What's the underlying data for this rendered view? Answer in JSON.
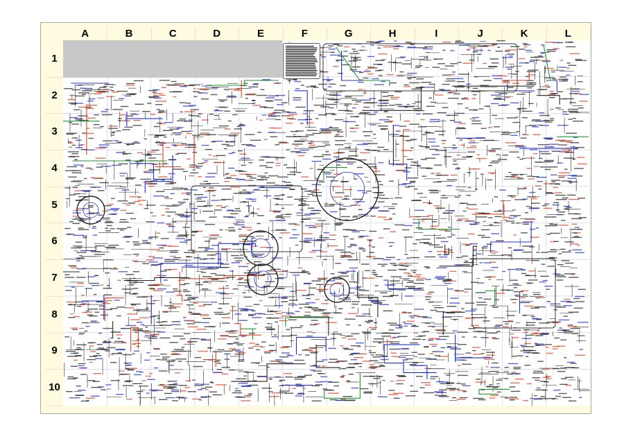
{
  "map": {
    "columns": [
      "A",
      "B",
      "C",
      "D",
      "E",
      "F",
      "G",
      "H",
      "I",
      "J",
      "K",
      "L"
    ],
    "rows": [
      "1",
      "2",
      "3",
      "4",
      "5",
      "6",
      "7",
      "8",
      "9",
      "10"
    ]
  },
  "colors": {
    "black": "#222222",
    "red": "#e0401c",
    "blue": "#2030d0",
    "green": "#1a9a2a",
    "grid": "#c8c8e0"
  }
}
